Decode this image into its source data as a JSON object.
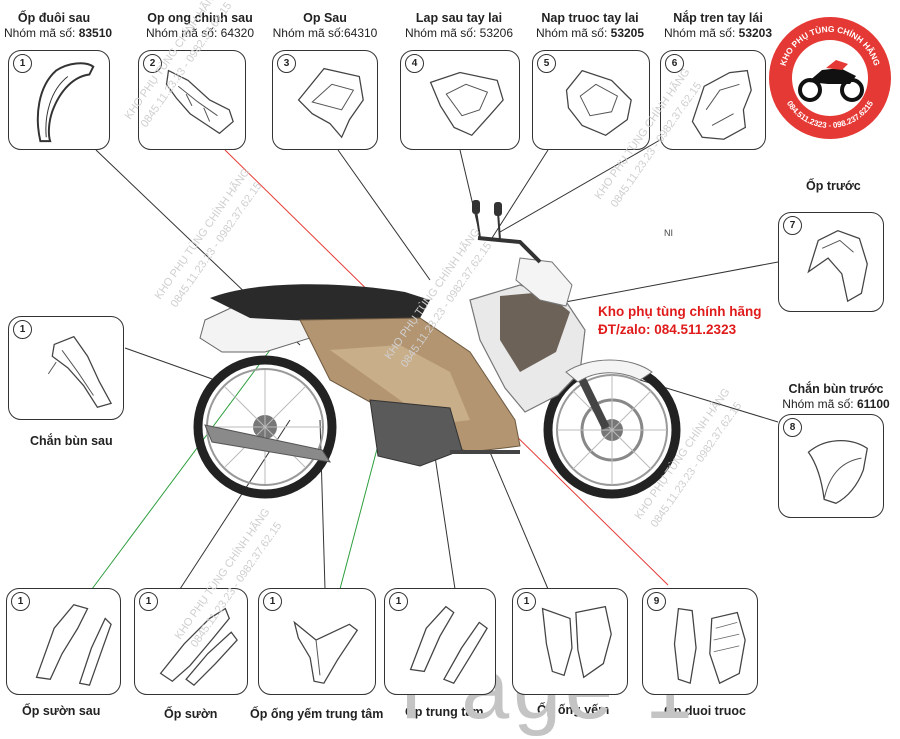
{
  "labels_top": [
    {
      "name": "Ốp đuôi sau",
      "prefix": "Nhóm  mã số: ",
      "code": "83510"
    },
    {
      "name": "Op ong chinh sau",
      "prefix": "Nhóm  mã số: ",
      "code": "64320"
    },
    {
      "name": "Op Sau",
      "prefix": "Nhóm  mã số:",
      "code": "64310"
    },
    {
      "name": "Lap sau tay lai",
      "prefix": "Nhóm  mã số: ",
      "code": "53206"
    },
    {
      "name": "Nap truoc tay lai",
      "prefix": "Nhóm  mã số: ",
      "code": "53205"
    },
    {
      "name": "Nắp tren tay lái",
      "prefix": "Nhóm  mã số: ",
      "code": "53203"
    }
  ],
  "chan_bun_truoc": {
    "name": "Chắn bùn trước",
    "prefix": "Nhóm  mã số: ",
    "code": "61100"
  },
  "side_labels": {
    "op_truoc": "Ốp trước",
    "chan_bun_sau": "Chắn bùn sau"
  },
  "bottom_labels": [
    "Ốp sườn sau",
    "Ốp sườn",
    "Ốp ống yếm trung tâm",
    "Ốp trung tam",
    "Ốp ống yếm",
    "Ốp duoi truoc"
  ],
  "box_numbers": {
    "top": [
      "1",
      "2",
      "3",
      "4",
      "5",
      "6"
    ],
    "op_truoc": "7",
    "chan_bun_truoc": "8",
    "chan_bun_sau": "1",
    "bottom": [
      "1",
      "1",
      "1",
      "1",
      "1",
      "9"
    ]
  },
  "promo": {
    "line1": "Kho phụ tùng chính hãng",
    "line2": "ĐT/zalo: 084.511.2323"
  },
  "ni_mark": "NI",
  "page_text": "Page 1",
  "logo": {
    "top_text": "KHO PHỤ TÙNG CHÍNH HÃNG",
    "bottom_text": "084.511.2323 - 098.237.6215",
    "colors": {
      "ring": "#e53935",
      "text": "#ffffff"
    }
  },
  "watermark": {
    "line1": "KHO PHỤ TÙNG CHÍNH HÃNG",
    "line2": "0845.11.23.23 - 0982.37.62.15"
  },
  "colors": {
    "promo": "#e01b1b",
    "leader_line": "#333333",
    "red_line": "#e53935",
    "green_line": "#2e9e3e"
  }
}
